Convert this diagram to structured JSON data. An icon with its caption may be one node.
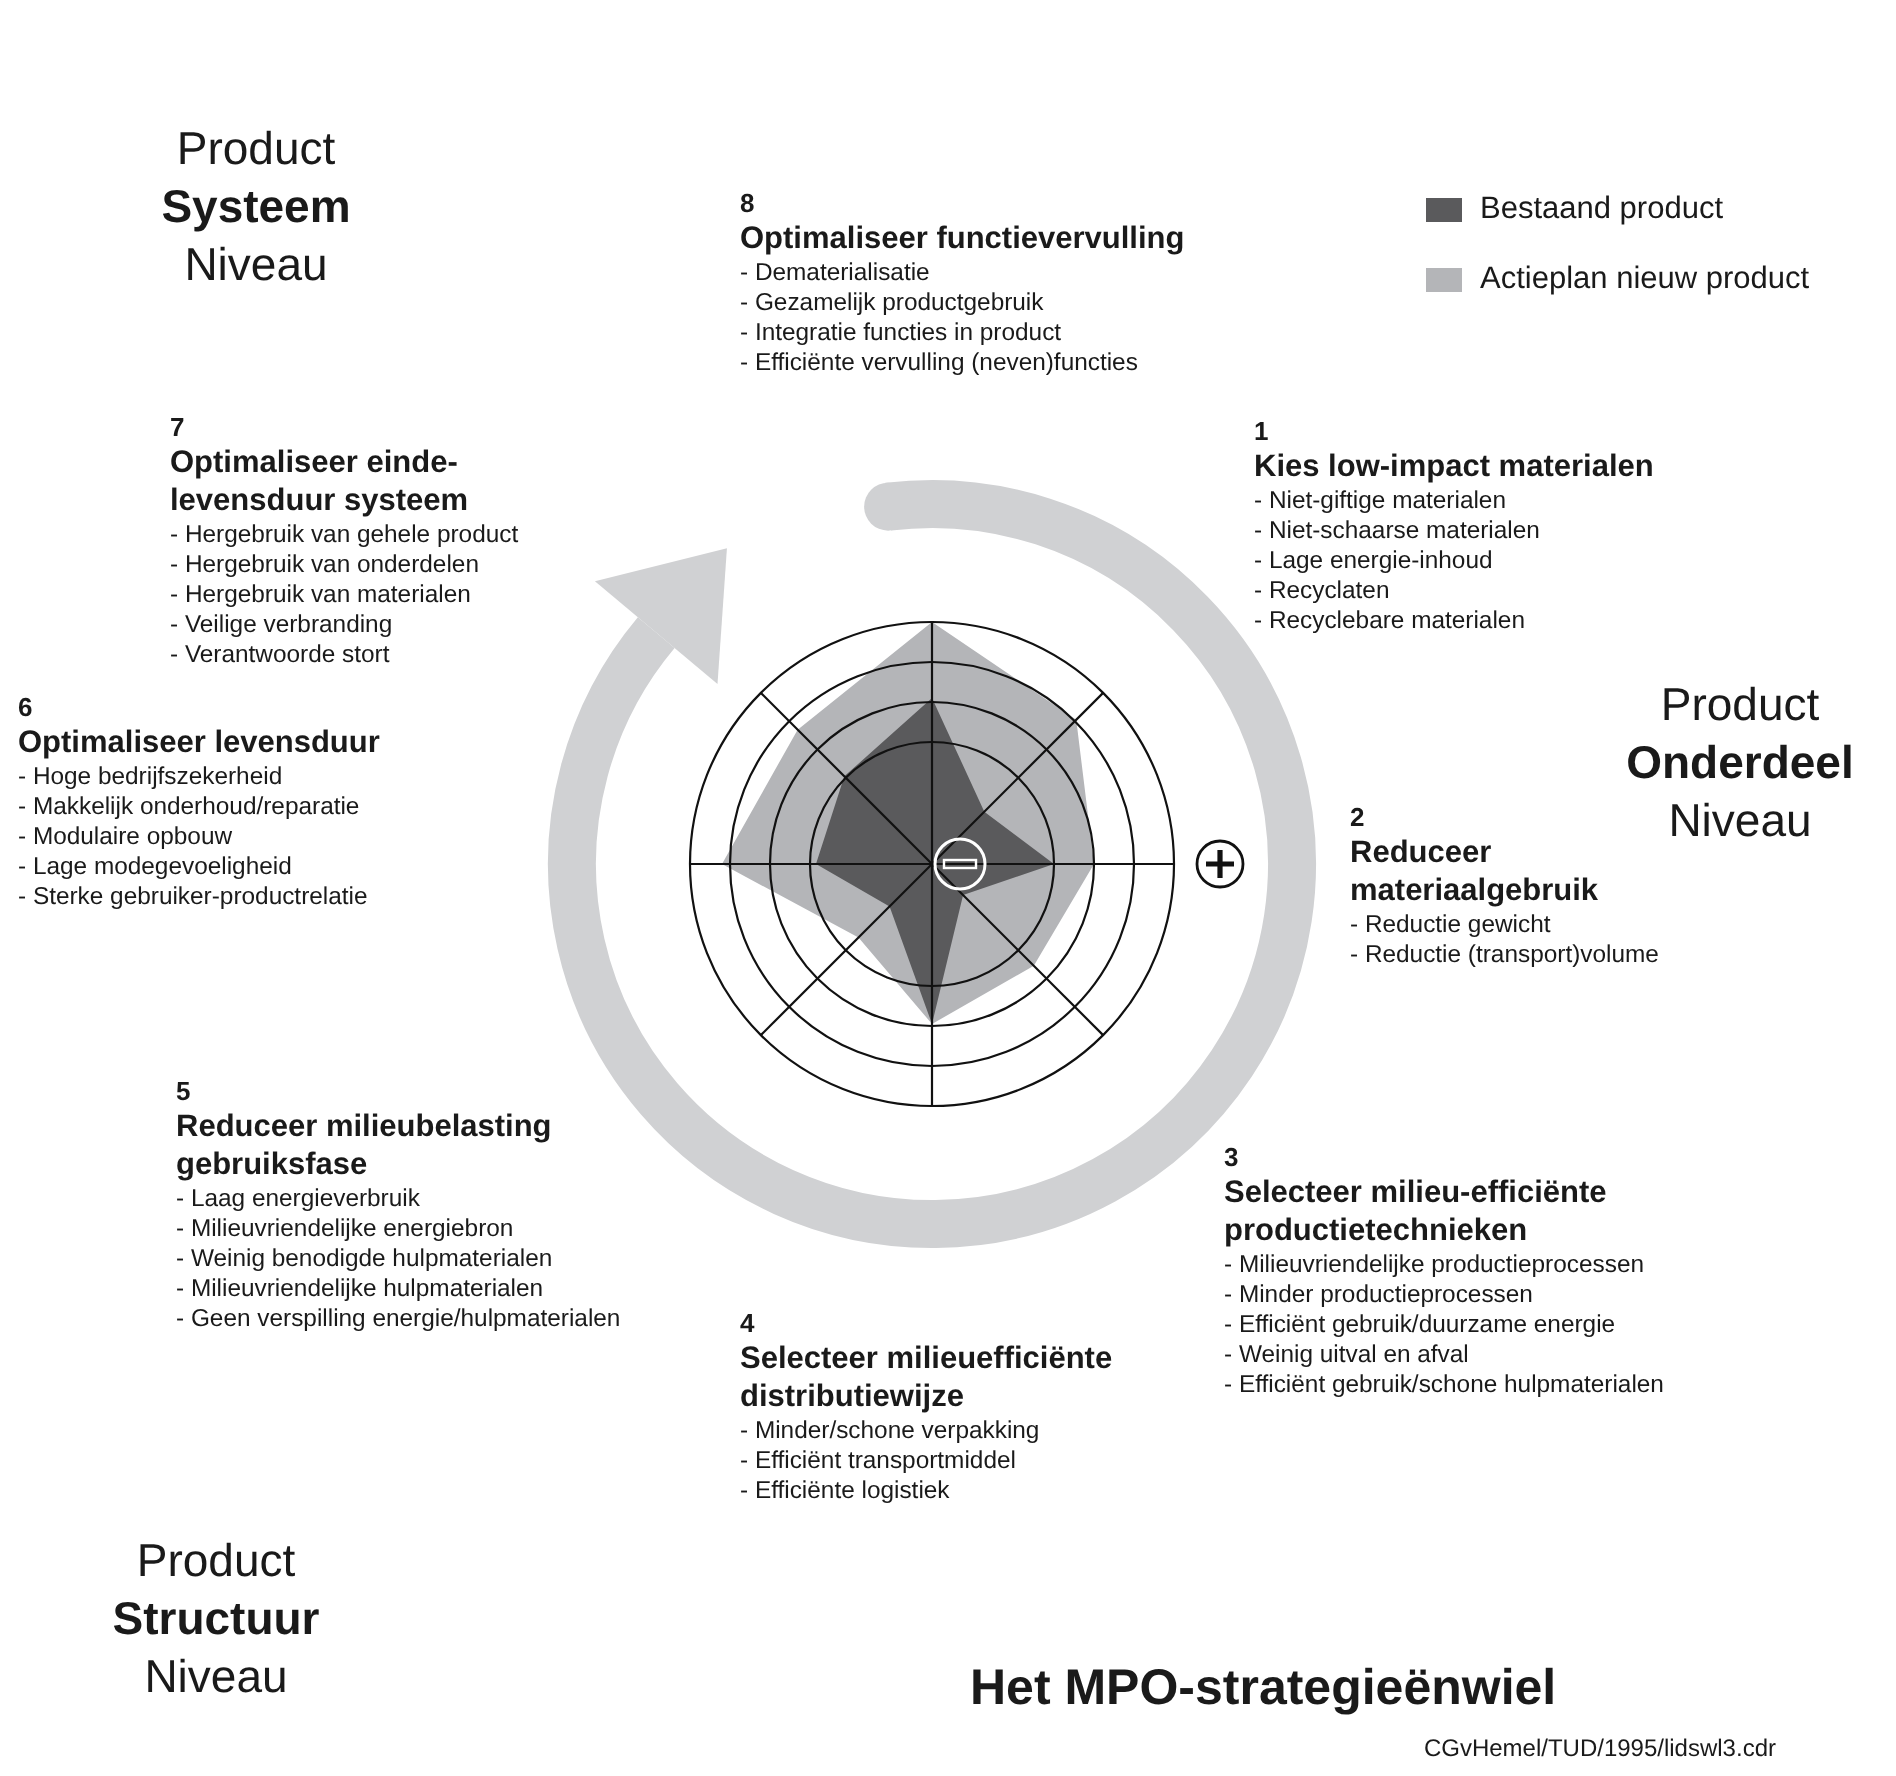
{
  "diagram": {
    "title": "Het MPO-strategieënwiel",
    "labels": [
      "Product",
      "Systeem",
      "Niveau",
      "8",
      "Optimaliseer functievervulling",
      "- Dematerialisatie",
      "- Gezamelijk productgebruik",
      "- Integratie functies in product",
      "- Efficiënte vervulling (neven)functies",
      "7",
      "Optimaliseer einde-levensduur systeem",
      "- Hergebruik van gehele product",
      "- Hergebruik van onderdelen",
      "- Hergebruik van materialen",
      "- Veilige verbranding",
      "- Verantwoorde stort",
      "1",
      "Kies low-impact materialen",
      "- Niet-giftige materialen",
      "- Niet-schaarse materialen",
      "- Lage energie-inhoud",
      "- Recyclaten",
      "- Recyclebare materialen",
      "Product",
      "Onderdeel",
      "Niveau",
      "6",
      "Optimaliseer levensduur",
      "- Hoge bedrijfszekerheid",
      "- Makkelijk onderhoud/reparatie",
      "- Modulaire opbouw",
      "- Lage modegevoeligheid",
      "- Sterke gebruiker-productrelatie",
      "2",
      "Reduceer materiaalgebruik",
      "- Reductie gewicht",
      "- Reductie (transport)volume",
      "5",
      "Reduceer milieubelasting gebruiksfase",
      "- Laag energieverbruik",
      "- Milieuvriendelijke energiebron",
      "- Weinig benodigde hulpmaterialen",
      "- Milieuvriendelijke hulpmaterialen",
      "- Geen verspilling energie/hulpmaterialen",
      "3",
      "Selecteer milieu-efficiënte productietechnieken",
      "- Milieuvriendelijke productieprocessen",
      "- Minder productieprocessen",
      "- Efficiënt gebruik/duurzame energie",
      "- Weinig uitval en afval",
      "- Efficiënt gebruik/schone hulpmaterialen",
      "4",
      "Selecteer milieuefficiënte distributiewijze",
      "- Minder/schone verpakking",
      "- Efficiënt transportmiddel",
      "- Efficiënte logistiek",
      "Product",
      "Structuur",
      "Niveau",
      "CGvHemel/TUD/1995/lidswl3.cdr"
    ],
    "legend": [
      {
        "text": "Bestaand product",
        "color": "#5a5a5c"
      },
      {
        "text": "Actieplan nieuw product",
        "color": "#b4b5b8"
      }
    ]
  }
}
